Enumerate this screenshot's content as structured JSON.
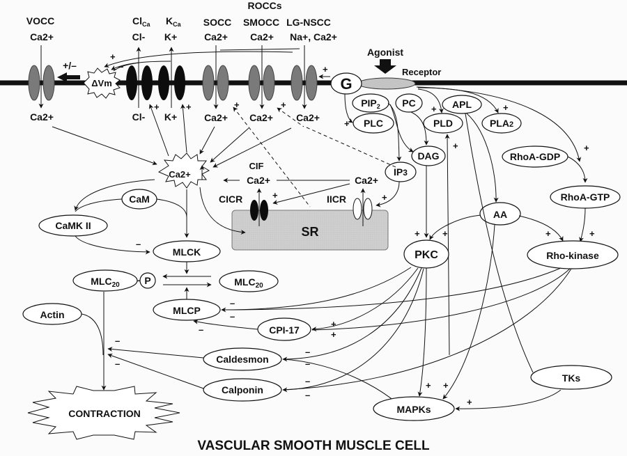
{
  "title": "VASCULAR SMOOTH MUSCLE CELL",
  "channels": {
    "vocc": {
      "name": "VOCC",
      "ion_in": "Ca2+",
      "ion_out": "Ca2+"
    },
    "clca": {
      "name": "Cl",
      "name_sub": "Ca",
      "ion_top": "Cl-",
      "ion_bottom": "Cl-"
    },
    "kca": {
      "name": "K",
      "name_sub": "Ca",
      "ion_top": "K+",
      "ion_bottom": "K+"
    },
    "rocc_group": "ROCCs",
    "socc": {
      "name": "SOCC",
      "ion_in": "Ca2+",
      "ion_out": "Ca2+"
    },
    "smocc": {
      "name": "SMOCC",
      "ion_in": "Ca2+",
      "ion_out": "Ca2+"
    },
    "lgnscc": {
      "name": "LG-NSCC",
      "ion_in": "Na+, Ca2+",
      "ion_out": "Ca2+"
    }
  },
  "membrane": {
    "delta_vm": "ΔVm",
    "delta_vm_effect": "+/–",
    "g_protein": "G",
    "agonist": "Agonist",
    "receptor": "Receptor"
  },
  "nodes": {
    "pip2": "PIP",
    "pip2_sub": "2",
    "pc": "PC",
    "apl": "APL",
    "plc": "PLC",
    "pld": "PLD",
    "pla2": "PLA",
    "pla2_sub": "2",
    "dag": "DAG",
    "ip3": "IP",
    "ip3_sub": "3",
    "rhoa_gdp": "RhoA-GDP",
    "rhoa_gtp": "RhoA-GTP",
    "aa": "AA",
    "pkc": "PKC",
    "rho_kinase": "Rho-kinase",
    "ca_cyto": "Ca2+",
    "cam": "CaM",
    "camk2": "CaMK II",
    "mlck": "MLCK",
    "mlc20p": "MLC",
    "mlc20p_sub": "20",
    "phospho": "P",
    "mlc20": "MLC",
    "mlc20_sub": "20",
    "mlcp": "MLCP",
    "cpi17": "CPI-17",
    "actin": "Actin",
    "caldesmon": "Caldesmon",
    "calponin": "Calponin",
    "contraction": "CONTRACTION",
    "mapks": "MAPKs",
    "tks": "TKs",
    "sr": "SR",
    "cicr": "CICR",
    "iicr": "IICR",
    "cif": "CIF",
    "sr_ca_left": "Ca2+",
    "sr_ca_right": "Ca2+"
  },
  "signs": {
    "plus": "+",
    "minus": "–",
    "tilde": "~"
  },
  "colors": {
    "membrane": "#111111",
    "channel_gray": "#7a7a7a",
    "channel_black": "#0d0d0d",
    "receptor_fill": "#c4c4c4",
    "sr_fill": "#d6d6d6"
  }
}
